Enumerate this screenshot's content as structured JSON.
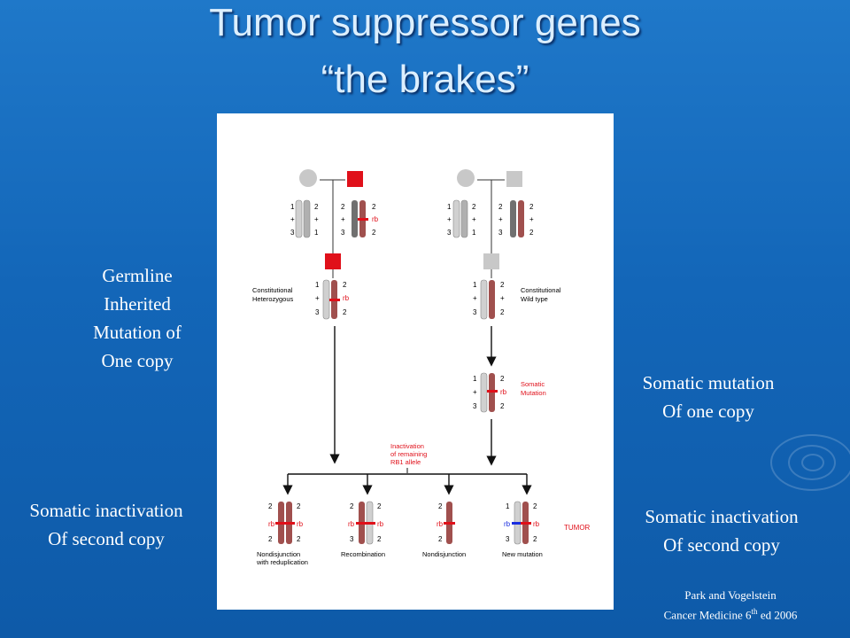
{
  "title": {
    "line1": "Tumor suppressor genes",
    "line2": "“the brakes”"
  },
  "labels": {
    "germline": [
      "Germline",
      "Inherited",
      "Mutation of",
      "One copy"
    ],
    "somatic_mutation": [
      "Somatic mutation",
      "Of  one copy"
    ],
    "somatic_inactivation_left": [
      "Somatic inactivation",
      "Of  second copy"
    ],
    "somatic_inactivation_right": [
      "Somatic inactivation",
      "Of  second copy"
    ]
  },
  "citation": {
    "authors": "Park and Vogelstein",
    "source_prefix": "Cancer Medicine 6",
    "source_sup": "th",
    "source_suffix": " ed 2006"
  },
  "figure": {
    "numbers": {
      "one": "1",
      "two": "2",
      "three": "3",
      "plus": "+",
      "rb": "rb"
    },
    "constitutional_het": [
      "Constitutional",
      "Heterozygous"
    ],
    "constitutional_wt": [
      "Constitutional",
      "Wild type"
    ],
    "somatic_mutation": [
      "Somatic",
      "Mutation"
    ],
    "inactivation": [
      "Inactivation",
      "of remaining",
      "RB1 allele"
    ],
    "tumor": "TUMOR",
    "outcomes": {
      "nondisjunction_redup": [
        "Nondisjunction",
        "with reduplication"
      ],
      "recombination": "Recombination",
      "nondisjunction": "Nondisjunction",
      "new_mutation": "New mutation"
    },
    "colors": {
      "red": "#e0101a",
      "blue": "#1a2ee0",
      "gray_light": "#d0d0d0",
      "gray_dark": "#707070",
      "brown": "#a0504e"
    }
  }
}
